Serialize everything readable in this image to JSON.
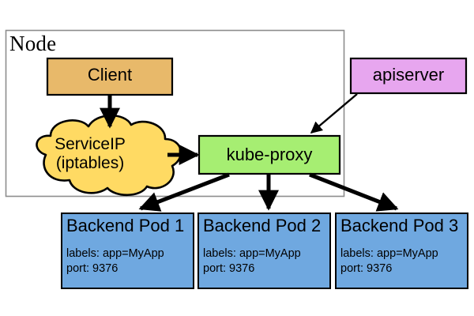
{
  "diagram": {
    "node_boundary": {
      "label": "Node"
    },
    "client": {
      "label": "Client",
      "fill": "#e8b96a"
    },
    "serviceip": {
      "line1": "ServiceIP",
      "line2": "(iptables)",
      "fill": "#ffda63"
    },
    "kube_proxy": {
      "label": "kube-proxy",
      "fill": "#a6ee72"
    },
    "apiserver": {
      "label": "apiserver",
      "fill": "#e7a6ef"
    },
    "pods": [
      {
        "title": "Backend Pod 1",
        "labels_line": "labels: app=MyApp",
        "port_line": "port: 9376",
        "fill": "#6fa8e0"
      },
      {
        "title": "Backend Pod 2",
        "labels_line": "labels: app=MyApp",
        "port_line": "port: 9376",
        "fill": "#6fa8e0"
      },
      {
        "title": "Backend Pod 3",
        "labels_line": "labels: app=MyApp",
        "port_line": "port: 9376",
        "fill": "#6fa8e0"
      }
    ],
    "stroke": "#000000",
    "boundary_stroke": "#888888"
  }
}
